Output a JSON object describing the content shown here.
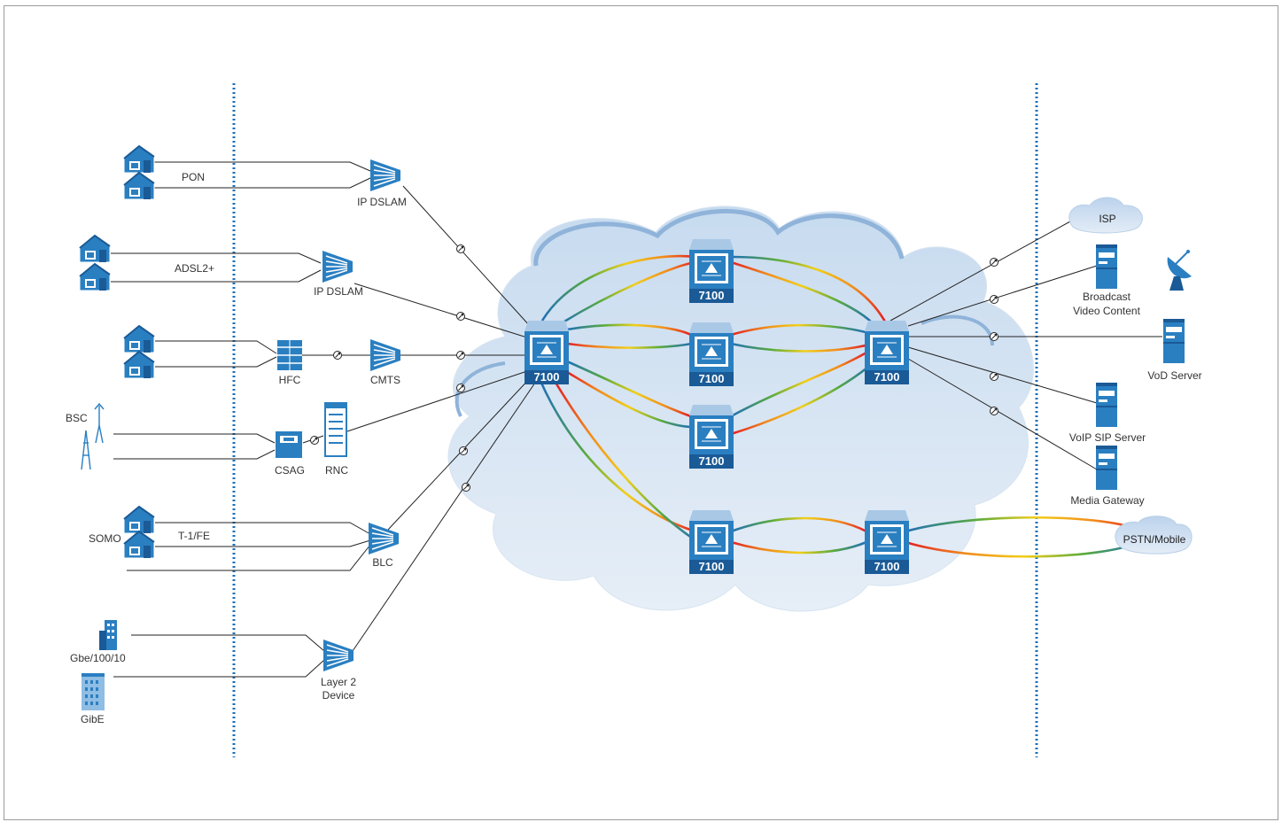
{
  "labels": {
    "pon": "PON",
    "ip_dslam_1": "IP DSLAM",
    "adsl": "ADSL2+",
    "ip_dslam_2": "IP DSLAM",
    "hfc": "HFC",
    "cmts": "CMTS",
    "bsc": "BSC",
    "csag": "CSAG",
    "rnc": "RNC",
    "somo": "SOMO",
    "t1fe": "T-1/FE",
    "blc": "BLC",
    "gbe": "Gbe/100/10",
    "gibe": "GibE",
    "layer2_a": "Layer 2",
    "layer2_b": "Device",
    "isp": "ISP",
    "broadcast_a": "Broadcast",
    "broadcast_b": "Video Content",
    "vod": "VoD Server",
    "voip": "VoIP SIP Server",
    "media": "Media Gateway",
    "pstn": "PSTN/Mobile"
  },
  "router_label": "7100",
  "colors": {
    "icon_blue": "#2a7fc1",
    "icon_dark": "#1a5a96",
    "cloud_fill": "#d4e4f2",
    "cloud_edge": "#8fb3d9",
    "divider": "#1c6fb5",
    "link_line": "#222222"
  }
}
